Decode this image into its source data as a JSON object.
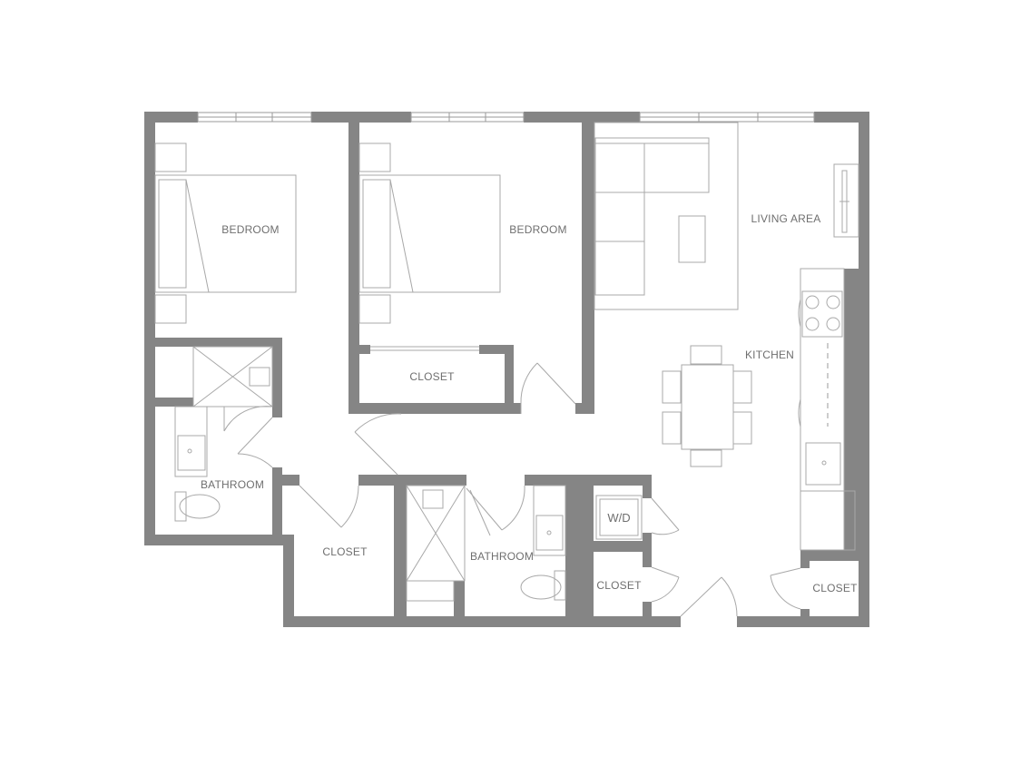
{
  "rooms": {
    "bedroom_1": "BEDROOM",
    "bedroom_2": "BEDROOM",
    "living_area": "LIVING AREA",
    "kitchen": "KITCHEN",
    "closet_bedroom_2": "CLOSET",
    "bathroom_1": "BATHROOM",
    "closet_hall": "CLOSET",
    "bathroom_2": "BATHROOM",
    "washer_dryer": "W/D",
    "closet_entry": "CLOSET",
    "closet_kitchen": "CLOSET"
  }
}
